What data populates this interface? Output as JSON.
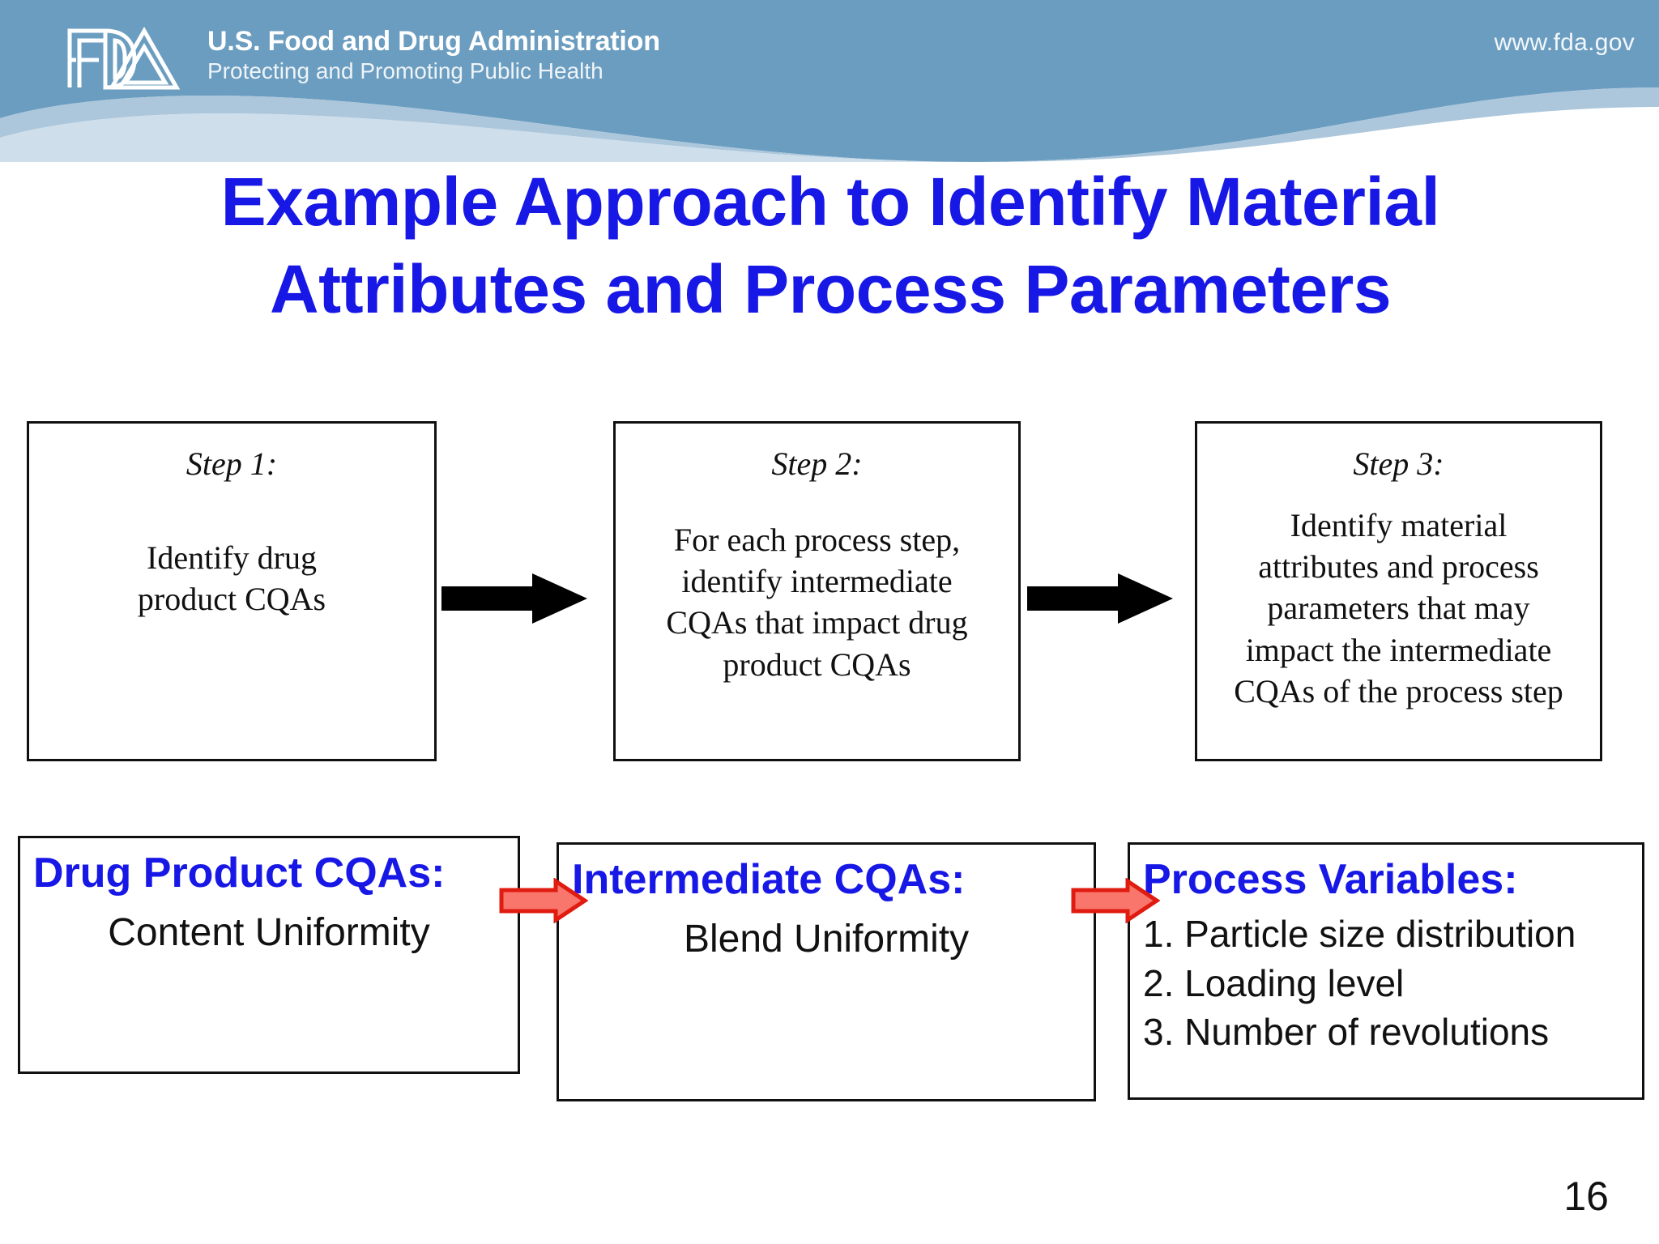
{
  "header": {
    "agency_name": "U.S. Food and Drug Administration",
    "tagline": "Protecting and Promoting Public Health",
    "url": "www.fda.gov",
    "logo_alt": "FDA",
    "band_color": "#6b9dc0",
    "wave_color": "#a8c4da"
  },
  "title": {
    "line1": "Example Approach to Identify Material",
    "line2": "Attributes and Process Parameters",
    "color": "#1818e6"
  },
  "steps": [
    {
      "label": "Step 1:",
      "body": "Identify drug\nproduct CQAs"
    },
    {
      "label": "Step 2:",
      "body": "For each process step,\nidentify intermediate\nCQAs that impact drug\nproduct CQAs"
    },
    {
      "label": "Step 3:",
      "body": "Identify material\nattributes and process\nparameters that may\nimpact the intermediate\nCQAs of the process step"
    }
  ],
  "flow": {
    "black_arrow_color": "#000000",
    "red_arrow_fill": "#f8766c",
    "red_arrow_stroke": "#e01b10"
  },
  "bottom": {
    "drug_product": {
      "heading": "Drug Product CQAs:",
      "value": "Content Uniformity"
    },
    "intermediate": {
      "heading": "Intermediate CQAs:",
      "value": "Blend Uniformity"
    },
    "process_variables": {
      "heading": "Process Variables:",
      "items": [
        "1. Particle size distribution",
        "2. Loading level",
        "3. Number of revolutions"
      ]
    }
  },
  "page_number": "16"
}
